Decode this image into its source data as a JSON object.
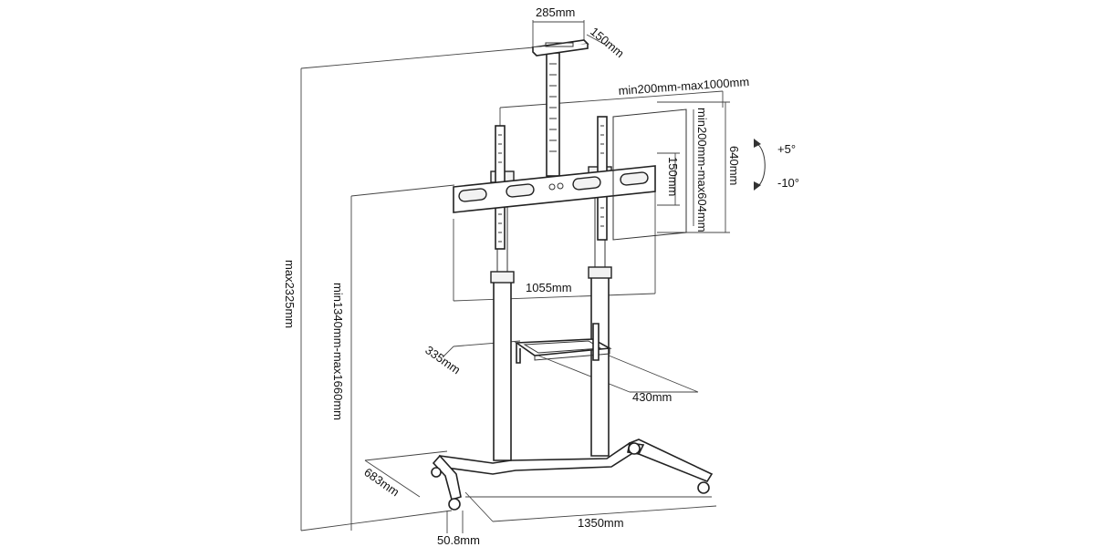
{
  "diagram": {
    "dimensions": {
      "top_plate_width": "285mm",
      "top_plate_depth": "150mm",
      "vesa_width_range": "min200mm-max1000mm",
      "vesa_height_range": "min200mm-max604mm",
      "bracket_height": "640mm",
      "bracket_bar_height": "150mm",
      "bracket_width": "1055mm",
      "shelf_depth": "335mm",
      "shelf_width": "430mm",
      "total_height": "max2325mm",
      "bracket_center_height": "min1340mm-max1660mm",
      "base_depth": "683mm",
      "base_width": "1350mm",
      "wheel_size": "50.8mm"
    },
    "tilt": {
      "up": "+5°",
      "down": "-10°"
    }
  }
}
